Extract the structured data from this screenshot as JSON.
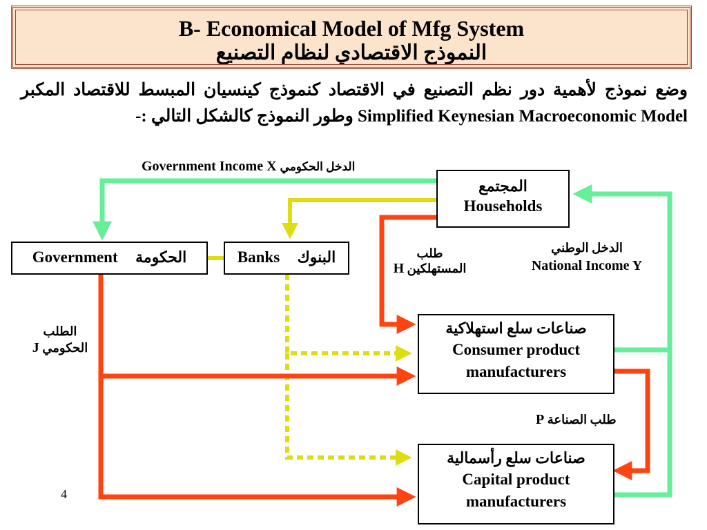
{
  "title": {
    "en": "B- Economical Model of  Mfg System",
    "ar": "النموذج الاقتصادي لنظام التصنيع"
  },
  "intro": {
    "ar_before": "وضع نموذج لأهمية دور نظم التصنيع في الاقتصاد كنموذج كينسيان المبسط للاقتصاد المكبر",
    "en": "Simplified Keynesian Macroeconomic Model",
    "ar_after": "وطور النموذج كالشكل التالي  :-"
  },
  "nodes": {
    "households": {
      "ar": "المجتمع",
      "en": "Households"
    },
    "government": {
      "en": "Government",
      "ar": "الحكومة"
    },
    "banks": {
      "en": "Banks",
      "ar": "البنوك"
    },
    "consumer": {
      "ar": "صناعات سلع استهلاكية",
      "en_line1": "Consumer product",
      "en_line2": "manufacturers"
    },
    "capital": {
      "ar": "صناعات سلع رأسمالية",
      "en_line1": "Capital product",
      "en_line2": "manufacturers"
    }
  },
  "labels": {
    "government_income": {
      "en": "Government Income X",
      "ar": "الدخل الحكومي"
    },
    "consumer_demand": {
      "ar_line1": "طلب",
      "ar_line2": "المستهلكين",
      "symbol": "H"
    },
    "national_income": {
      "ar": "الدخل الوطني",
      "en": "National Income Y"
    },
    "government_demand": {
      "ar_line1": "الطلب",
      "ar_line2": "الحكومي",
      "symbol": "J"
    },
    "industry_demand": {
      "ar": "طلب الصناعة",
      "symbol": "P"
    }
  },
  "page_number": "4",
  "colors": {
    "green_flow": "#66ee99",
    "red_flow": "#ff4411",
    "yellow_flow": "#dddd11",
    "title_bg": "#fbe3cc",
    "title_border": "#a94a3a"
  }
}
